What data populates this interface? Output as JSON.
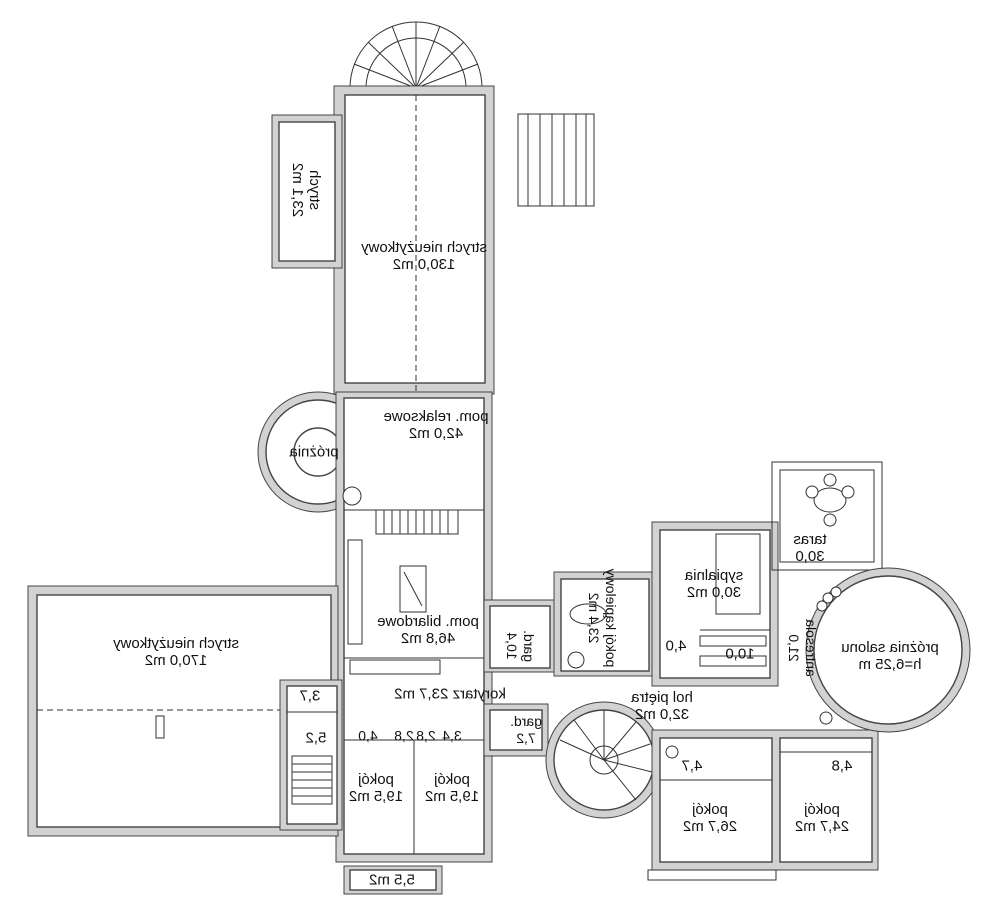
{
  "rooms": {
    "strych_top": {
      "name": "strych nieużytkowy",
      "area": "130,0 m2"
    },
    "strych_small": {
      "name": "strych",
      "area": "23,1 m2"
    },
    "relaks": {
      "name": "pom. relaksowe",
      "area": "42,0 m2"
    },
    "proznia_left": {
      "name": "próżnia"
    },
    "bilard": {
      "name": "pom. bilardowe",
      "area": "46,8 m2"
    },
    "strych_left": {
      "name": "strych nieużytkowy",
      "area": "170,0 m2"
    },
    "garderoba_10_4": {
      "name": "gard.",
      "area": "10,4"
    },
    "lazienka": {
      "name": "pokój kąpielowy",
      "area": "23,4 m2"
    },
    "sypialnia": {
      "name": "sypialnia",
      "area": "30,0 m2"
    },
    "taras": {
      "name": "taras",
      "area": "30,0"
    },
    "proznia_salonu": {
      "name": "próżnia salonu",
      "height": "h=6,25 m"
    },
    "antresola": {
      "name": "antresola",
      "area": "21,0"
    },
    "area_4_0_mid": {
      "area": "4,0"
    },
    "area_10_0": {
      "area": "10,0"
    },
    "korytarz": {
      "name": "korytarz",
      "area": "23,7 m2"
    },
    "hol": {
      "name": "hol piętra",
      "area": "32,0 m2"
    },
    "garderoba_7_2": {
      "name": "gard.",
      "area": "7,2"
    },
    "area_3_7": {
      "area": "3,7"
    },
    "area_5_2": {
      "area": "5,2"
    },
    "area_4_0_left": {
      "area": "4,0"
    },
    "area_2_8": {
      "area": "2,8"
    },
    "area_3_4": {
      "area": "3,4"
    },
    "area_2_8b": {
      "area": "2,8"
    },
    "pokoj_a": {
      "name": "pokój",
      "area": "19,5 m2"
    },
    "pokoj_b": {
      "name": "pokój",
      "area": "19,5 m2"
    },
    "area_5_5": {
      "area": "5,5 m2"
    },
    "area_4_7": {
      "area": "4,7"
    },
    "area_4_8": {
      "area": "4,8"
    },
    "pokoj_c": {
      "name": "pokój",
      "area": "26,7 m2"
    },
    "pokoj_d": {
      "name": "pokój",
      "area": "24,7 m2"
    }
  }
}
